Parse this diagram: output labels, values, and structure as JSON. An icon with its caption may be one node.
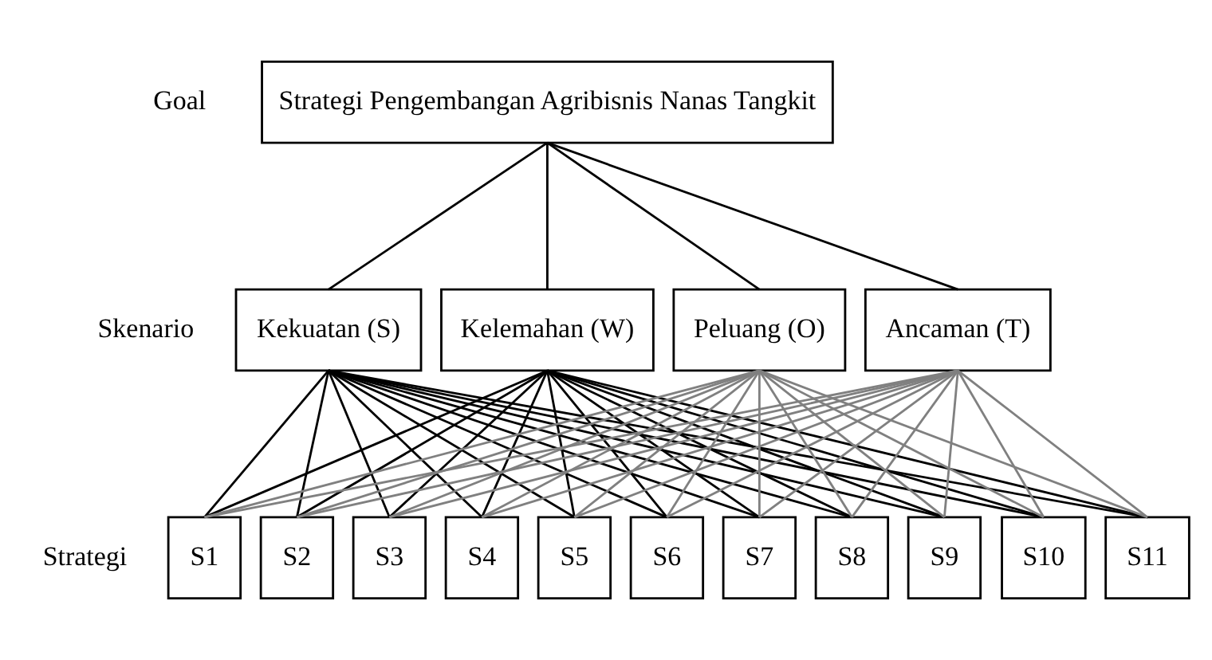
{
  "diagram": {
    "nodes": [
      {
        "text": [
          "Strategi Pengembangan Agribisnis Nanas Tangkit"
        ]
      },
      {
        "text": [
          "Kekuatan (S)"
        ]
      },
      {
        "text": [
          "Kelemahan (W)"
        ]
      },
      {
        "text": [
          "Peluang (O)"
        ]
      },
      {
        "text": [
          "Ancaman (T)"
        ]
      },
      {
        "text": [
          "S1"
        ]
      },
      {
        "text": [
          "S2"
        ]
      },
      {
        "text": [
          "S3"
        ]
      },
      {
        "text": [
          "S4"
        ]
      },
      {
        "text": [
          "S5"
        ]
      },
      {
        "text": [
          "S6"
        ]
      },
      {
        "text": [
          "S7"
        ]
      },
      {
        "text": [
          "S8"
        ]
      },
      {
        "text": [
          "S9"
        ]
      },
      {
        "text": [
          "S10"
        ]
      },
      {
        "text": [
          "S11"
        ]
      }
    ],
    "edges": [
      {
        "from": 0,
        "to": 1,
        "arrow": "none"
      },
      {
        "from": 0,
        "to": 2,
        "arrow": "none"
      },
      {
        "from": 0,
        "to": 3,
        "arrow": "none"
      },
      {
        "from": 0,
        "to": 4,
        "arrow": "none"
      },
      {
        "from": 1,
        "to": 5,
        "arrow": "none"
      },
      {
        "from": 1,
        "to": 6,
        "arrow": "none"
      },
      {
        "from": 1,
        "to": 7,
        "arrow": "none"
      },
      {
        "from": 1,
        "to": 8,
        "arrow": "none"
      },
      {
        "from": 1,
        "to": 9,
        "arrow": "none"
      },
      {
        "from": 1,
        "to": 10,
        "arrow": "none"
      },
      {
        "from": 1,
        "to": 11,
        "arrow": "none"
      },
      {
        "from": 1,
        "to": 12,
        "arrow": "none"
      },
      {
        "from": 1,
        "to": 13,
        "arrow": "none"
      },
      {
        "from": 1,
        "to": 14,
        "arrow": "none"
      },
      {
        "from": 1,
        "to": 15,
        "arrow": "none"
      },
      {
        "from": 2,
        "to": 5,
        "arrow": "none"
      },
      {
        "from": 2,
        "to": 6,
        "arrow": "none"
      },
      {
        "from": 2,
        "to": 7,
        "arrow": "none"
      },
      {
        "from": 2,
        "to": 8,
        "arrow": "none"
      },
      {
        "from": 2,
        "to": 9,
        "arrow": "none"
      },
      {
        "from": 2,
        "to": 10,
        "arrow": "none"
      },
      {
        "from": 2,
        "to": 11,
        "arrow": "none"
      },
      {
        "from": 2,
        "to": 12,
        "arrow": "none"
      },
      {
        "from": 2,
        "to": 13,
        "arrow": "none"
      },
      {
        "from": 2,
        "to": 14,
        "arrow": "none"
      },
      {
        "from": 2,
        "to": 15,
        "arrow": "none"
      },
      {
        "from": 3,
        "to": 5,
        "arrow": "none",
        "color": "#808080"
      },
      {
        "from": 3,
        "to": 6,
        "arrow": "none",
        "color": "#808080"
      },
      {
        "from": 3,
        "to": 7,
        "arrow": "none",
        "color": "#808080"
      },
      {
        "from": 3,
        "to": 8,
        "arrow": "none",
        "color": "#808080"
      },
      {
        "from": 3,
        "to": 9,
        "arrow": "none",
        "color": "#808080"
      },
      {
        "from": 3,
        "to": 10,
        "arrow": "none",
        "color": "#808080"
      },
      {
        "from": 3,
        "to": 11,
        "arrow": "none",
        "color": "#808080"
      },
      {
        "from": 3,
        "to": 12,
        "arrow": "none",
        "color": "#808080"
      },
      {
        "from": 3,
        "to": 13,
        "arrow": "none",
        "color": "#808080"
      },
      {
        "from": 3,
        "to": 14,
        "arrow": "none",
        "color": "#808080"
      },
      {
        "from": 3,
        "to": 15,
        "arrow": "none",
        "color": "#808080"
      },
      {
        "from": 4,
        "to": 5,
        "arrow": "none",
        "color": "#808080"
      },
      {
        "from": 4,
        "to": 6,
        "arrow": "none",
        "color": "#808080"
      },
      {
        "from": 4,
        "to": 7,
        "arrow": "none",
        "color": "#808080"
      },
      {
        "from": 4,
        "to": 8,
        "arrow": "none",
        "color": "#808080"
      },
      {
        "from": 4,
        "to": 9,
        "arrow": "none",
        "color": "#808080"
      },
      {
        "from": 4,
        "to": 10,
        "arrow": "none",
        "color": "#808080"
      },
      {
        "from": 4,
        "to": 11,
        "arrow": "none",
        "color": "#808080"
      },
      {
        "from": 4,
        "to": 12,
        "arrow": "none",
        "color": "#808080"
      },
      {
        "from": 4,
        "to": 13,
        "arrow": "none",
        "color": "#808080"
      },
      {
        "from": 4,
        "to": 14,
        "arrow": "none",
        "color": "#808080"
      },
      {
        "from": 4,
        "to": 15,
        "arrow": "none",
        "color": "#808080"
      }
    ],
    "labels": [
      "Goal",
      "Skenario",
      "Strategi"
    ]
  }
}
